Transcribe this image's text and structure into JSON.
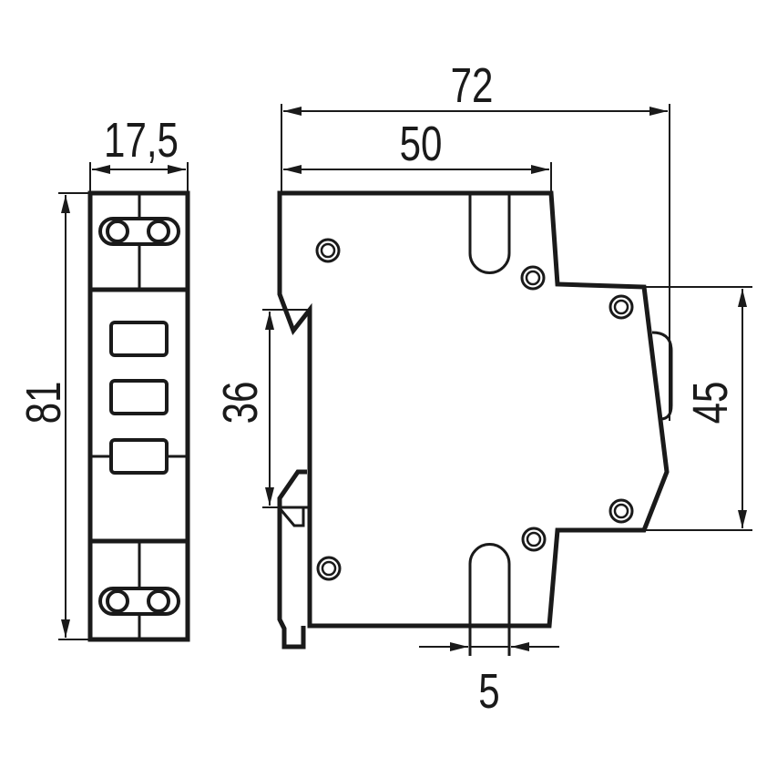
{
  "title": "Modular device dimension drawing",
  "colors": {
    "line": "#1a1a1a",
    "background": "#ffffff"
  },
  "dimensions": {
    "front_width": "17,5",
    "height": "81",
    "total_depth": "72",
    "front_depth": "50",
    "rail_height": "36",
    "front_height": "45",
    "slot_width": "5"
  }
}
